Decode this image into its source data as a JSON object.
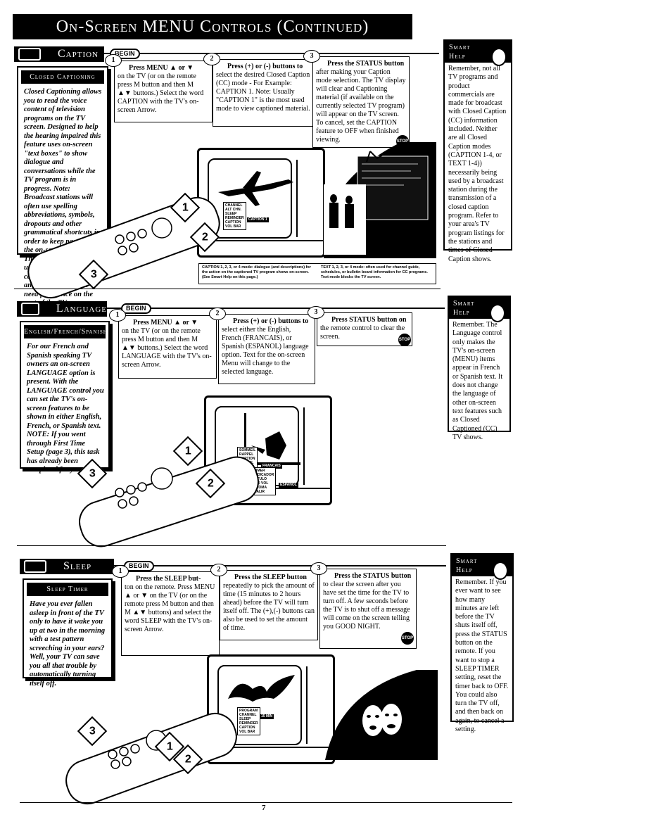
{
  "page_title": "On-Screen MENU Controls (Continued)",
  "page_number": "7",
  "begin_label": "BEGIN",
  "stop_label": "STOP",
  "caption": {
    "heading": "Caption",
    "sidebar_title": "Closed Captioning",
    "sidebar_text": "Closed Captioning allows you to read the voice content of television programs on the TV screen. Designed to help the hearing impaired this feature uses on-screen \"text boxes\" to show dialogue and conversations while the TV program is in progress. Note: Broadcast stations will often use spelling abbreviations, symbols, dropouts and other grammatical shortcuts in order to keep pace with the on-screen action. These type factors vary upon the source of the captioned text material and do not indicate a need for service on the part of the TV.",
    "step1_lead": "Press MENU ▲ or ▼",
    "step1_rest": "on the TV (or on the remote press M button and then M ▲▼ buttons.) Select the word CAPTION with the TV's on-screen Arrow.",
    "step2_lead": "Press (+) or (-) buttons to",
    "step2_rest": "select the desired Closed Caption (CC) mode - For Example: CAPTION 1. Note: Usually \"CAPTION 1\" is the most used mode to view captioned material.",
    "step3_lead": "Press the STATUS button",
    "step3_rest": "after making your Caption mode selection. The TV display will clear and Captioning material (if available on the currently selected TV program) will appear on the TV screen. To cancel, set the CAPTION feature to OFF when finished viewing.",
    "osd_menu": "CHANNEL\nALT CHN.\nSLEEP\nREMINDER\nCAPTION\nVOL BAR",
    "osd_value": "CAPTION 1",
    "note_left": "CAPTION 1, 2, 3, or 4 mode: dialogue (and descriptions) for the action on the captioned TV program shows on-screen. (See Smart Help on this page.)",
    "note_right": "TEXT 1, 2, 3, or 4 mode: often used for channel guide, schedules, or bulletin board information for CC programs. Text mode blocks the TV screen.",
    "smart_help_title_1": "Smart",
    "smart_help_title_2": "Help",
    "smart_help_text": "Remember, not all TV programs and product commercials are made for broadcast with Closed Caption (CC) information included. Neither are all Closed Caption modes (CAPTION 1-4, or TEXT 1-4)) necessarily being used by a broadcast station during the transmission of a closed caption program. Refer to your area's TV program listings for the stations and times of Closed Caption shows."
  },
  "language": {
    "heading": "Language",
    "sidebar_title": "English/French/Spanish",
    "sidebar_text": "For our French and Spanish speaking TV owners an on-screen LANGUAGE option is present. With the LANGUAGE control you can set the TV's on-screen features to be shown in either English, French, or Spanish text. NOTE: If you went through First Time Setup (page 3), this task has already been completed for you.",
    "step1_lead": "Press MENU ▲ or ▼",
    "step1_rest": "on the TV (or on the remote press M button and then M ▲▼ buttons.) Select the word LANGUAGE with the TV's on-screen Arrow.",
    "step2_lead": "Press (+) or (-) buttons to",
    "step2_rest": "select either the English, French (FRANCAIS), or Spanish (ESPANOL) language option. Text for the on-screen Menu will change to the selected language.",
    "step3_lead": "Press STATUS button on",
    "step3_rest": "the remote control to clear the screen.",
    "osd_menu_fr": "SOMMEIL\nRAPPEL\nCAPTION\nIND VOL\nLANGUE\nEXIT",
    "osd_value_fr": "FRANCAIS",
    "osd_menu_es": "TIMER\nINDICADOR\nTITULO\nIND VOL\nIDIOMA\nSALIR",
    "osd_value_es": "ESPANOL",
    "smart_help_title_1": "Smart",
    "smart_help_title_2": "Help",
    "smart_help_text": "Remember. The Language control only makes the TV's on-screen (MENU) items appear in French or Spanish text. It does not change the language of other on-screen text features such as Closed Captioned (CC) TV shows."
  },
  "sleep": {
    "heading": "Sleep",
    "sidebar_title": "Sleep Timer",
    "sidebar_text": "Have you ever fallen asleep in front of the TV only to have it wake you up at two in the morning with a test pattern screeching in your ears? Well, your TV can save you all that trouble by automatically turning itself off.",
    "step1_lead": "Press the SLEEP but-",
    "step1_rest": "ton on the remote. Press MENU ▲ or ▼ on the TV (or on the remote press M button and then M ▲▼ buttons) and select the word SLEEP with the TV's on-screen Arrow.",
    "step2_lead": "Press the SLEEP button",
    "step2_rest": "repeatedly to pick the amount of time (15 minutes to 2 hours ahead) before the TV will turn itself off. The (+),(-) buttons can also be used to set the amount of time.",
    "step3_lead": "Press the STATUS button",
    "step3_rest": "to clear the screen after you have set the time for the TV to turn off. A few seconds before the TV is to shut off a message will come on the screen telling you GOOD NIGHT.",
    "osd_menu": "PROGRAM\nCHANNEL\nSLEEP\nREMINDER\nCAPTION\nVOL BAR",
    "osd_value": "15 MIN",
    "smart_help_title_1": "Smart",
    "smart_help_title_2": "Help",
    "smart_help_text": "Remember. If you ever want to see how many minutes are left before the TV shuts itself off, press the STATUS button on the remote. If you want to stop a SLEEP TIMER setting, reset the timer back to OFF. You could also turn the TV off, and then back on again, to cancel a setting."
  },
  "callouts": [
    "1",
    "2",
    "3"
  ]
}
